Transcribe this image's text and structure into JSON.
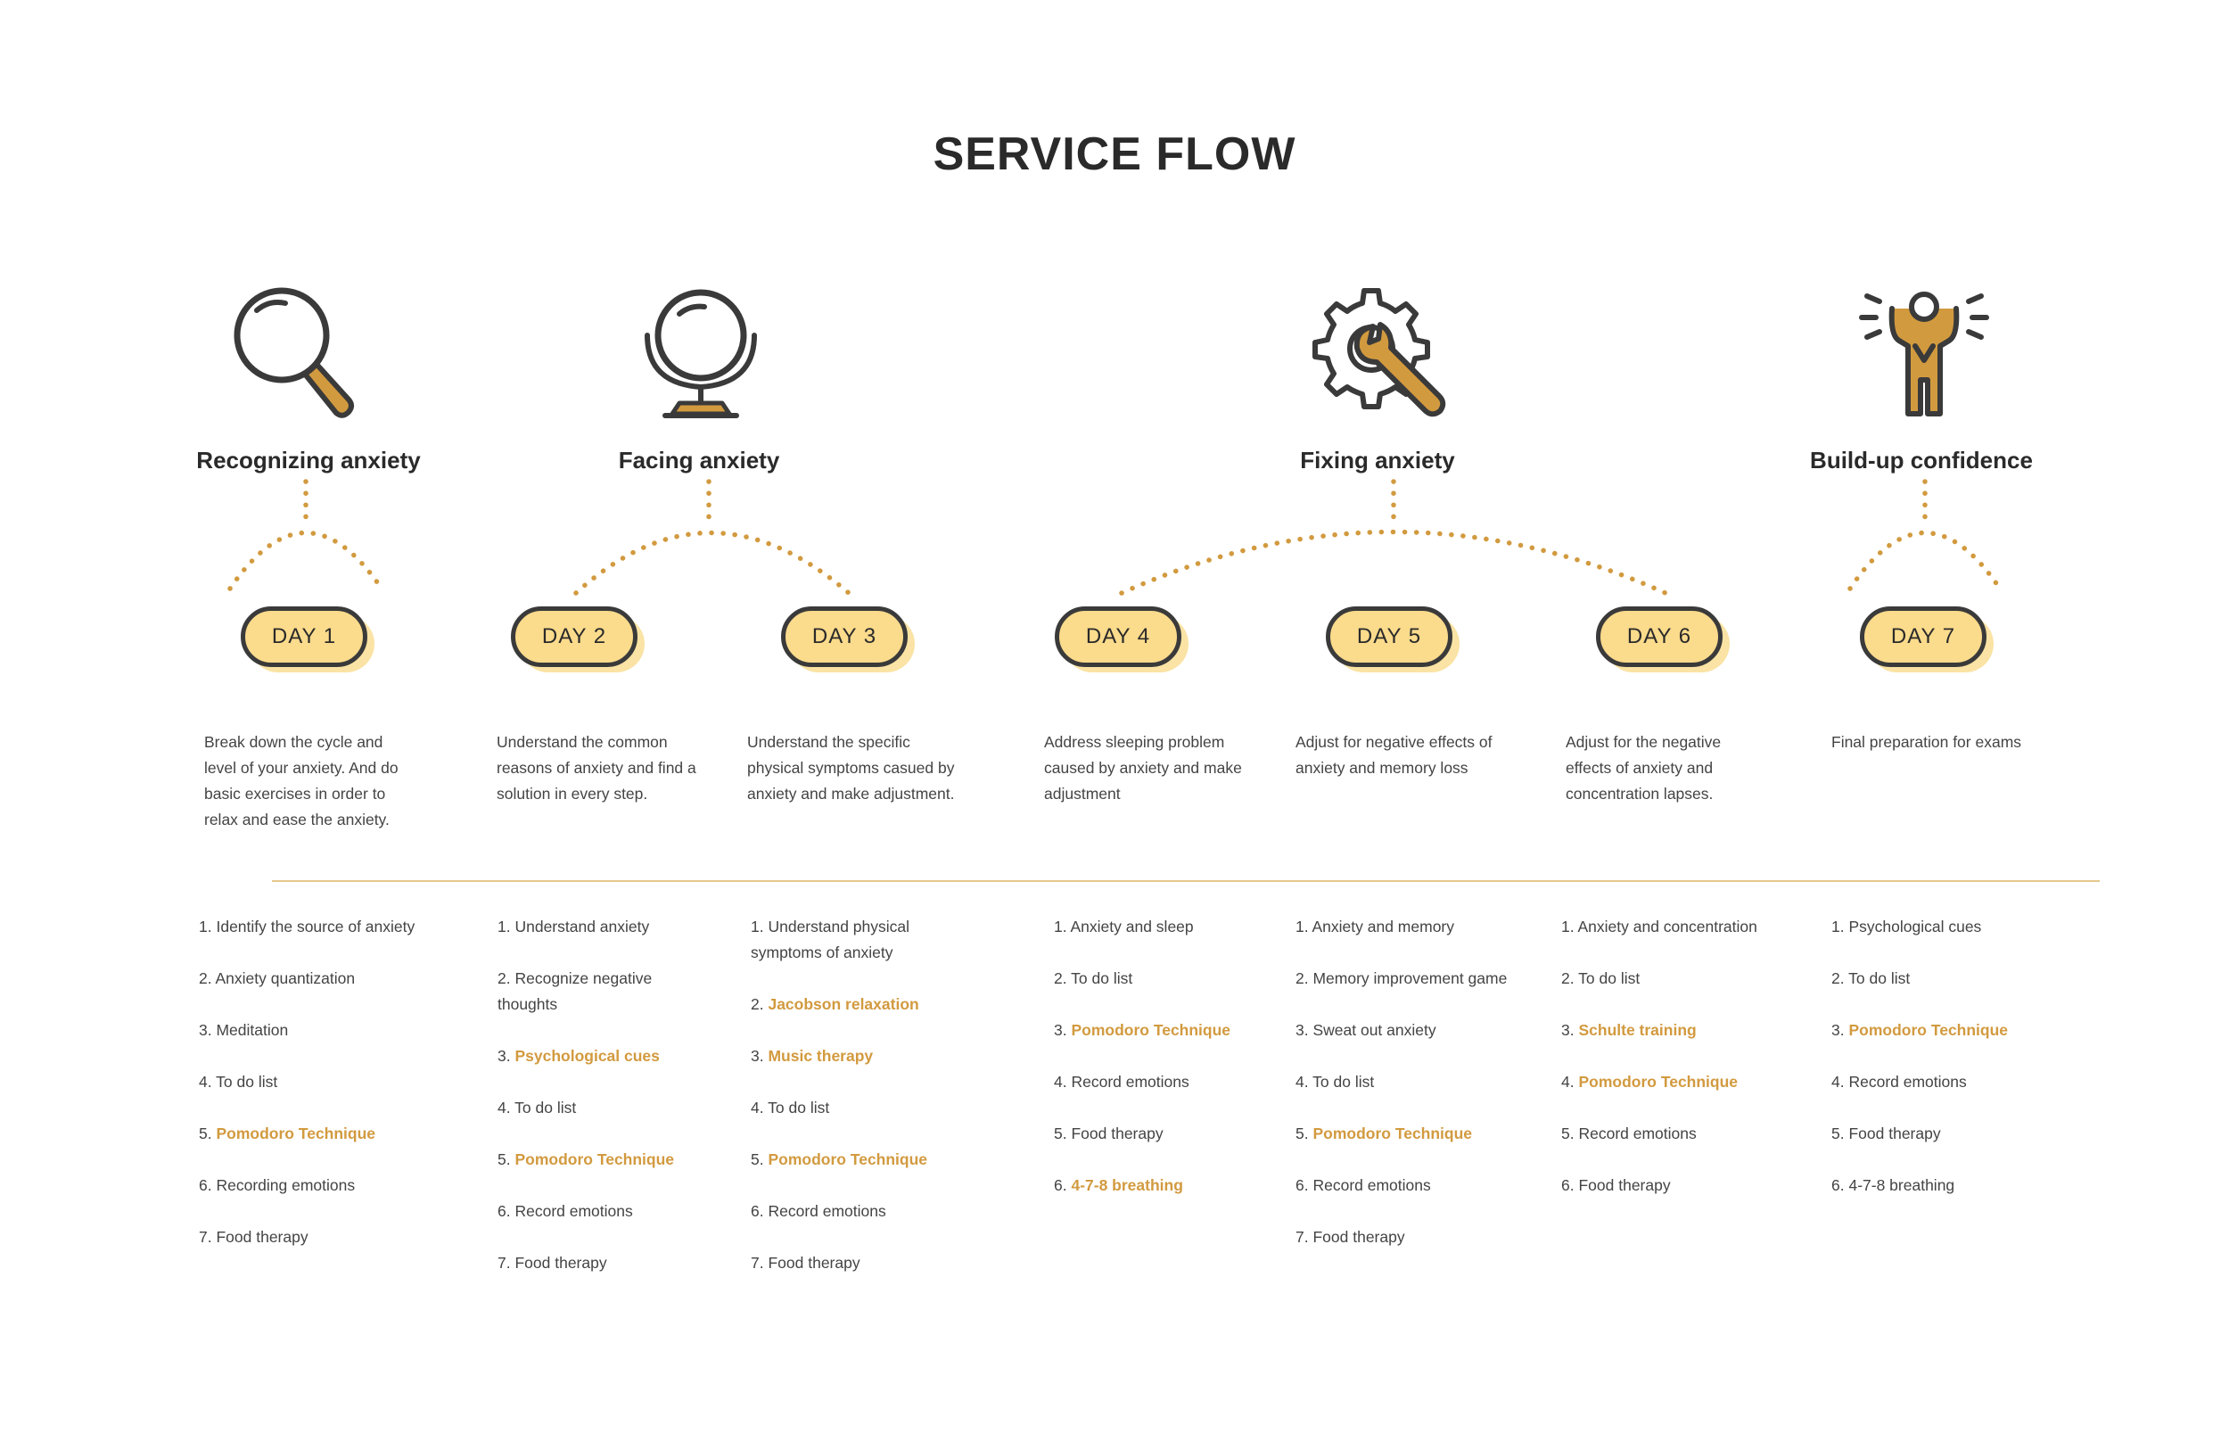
{
  "title": "SERVICE FLOW",
  "colors": {
    "accent": "#d29a3f",
    "pill_fill": "#fbdb8c",
    "pill_shadow": "#fae3a4",
    "outline": "#3a3a3a"
  },
  "phases": [
    {
      "title": "Recognizing anxiety",
      "icon": "magnifier-icon"
    },
    {
      "title": "Facing anxiety",
      "icon": "mirror-icon"
    },
    {
      "title": "Fixing anxiety",
      "icon": "gear-wrench-icon"
    },
    {
      "title": "Build-up confidence",
      "icon": "cheering-person-icon"
    }
  ],
  "days": [
    {
      "label": "DAY 1",
      "description": "Break down the cycle and level of your anxiety. And do basic exercises in order to relax and ease the anxiety.",
      "items": [
        {
          "num": "1.",
          "text": "Identify the source of anxiety",
          "highlight": false
        },
        {
          "num": "2.",
          "text": "Anxiety quantization",
          "highlight": false
        },
        {
          "num": "3.",
          "text": "Meditation",
          "highlight": false
        },
        {
          "num": "4.",
          "text": "To do list",
          "highlight": false
        },
        {
          "num": "5.",
          "text": "Pomodoro Technique",
          "highlight": true
        },
        {
          "num": "6.",
          "text": "Recording emotions",
          "highlight": false
        },
        {
          "num": "7.",
          "text": "Food therapy",
          "highlight": false
        }
      ]
    },
    {
      "label": "DAY 2",
      "description": "Understand the common reasons of anxiety and find a solution in every step.",
      "items": [
        {
          "num": "1.",
          "text": "Understand anxiety",
          "highlight": false
        },
        {
          "num": "2.",
          "text": "Recognize negative thoughts",
          "highlight": false
        },
        {
          "num": "3.",
          "text": "Psychological cues",
          "highlight": true
        },
        {
          "num": "4.",
          "text": "To do list",
          "highlight": false
        },
        {
          "num": "5.",
          "text": "Pomodoro Technique",
          "highlight": true
        },
        {
          "num": "6.",
          "text": "Record emotions",
          "highlight": false
        },
        {
          "num": "7.",
          "text": "Food therapy",
          "highlight": false
        }
      ]
    },
    {
      "label": "DAY 3",
      "description": "Understand the specific physical symptoms casued by anxiety and make adjustment.",
      "items": [
        {
          "num": "1.",
          "text": "Understand physical symptoms of anxiety",
          "highlight": false
        },
        {
          "num": "2.",
          "text": "Jacobson relaxation",
          "highlight": true
        },
        {
          "num": "3.",
          "text": "Music therapy",
          "highlight": true
        },
        {
          "num": "4.",
          "text": "To do list",
          "highlight": false
        },
        {
          "num": "5.",
          "text": "Pomodoro Technique",
          "highlight": true
        },
        {
          "num": "6.",
          "text": "Record emotions",
          "highlight": false
        },
        {
          "num": "7.",
          "text": "Food therapy",
          "highlight": false
        }
      ]
    },
    {
      "label": "DAY 4",
      "description": "Address sleeping problem caused by anxiety and make adjustment",
      "items": [
        {
          "num": "1.",
          "text": "Anxiety and sleep",
          "highlight": false
        },
        {
          "num": "2.",
          "text": "To do list",
          "highlight": false
        },
        {
          "num": "3.",
          "text": "Pomodoro Technique",
          "highlight": true
        },
        {
          "num": "4.",
          "text": "Record emotions",
          "highlight": false
        },
        {
          "num": "5.",
          "text": "Food therapy",
          "highlight": false
        },
        {
          "num": "6.",
          "text": "4-7-8 breathing",
          "highlight": true
        }
      ]
    },
    {
      "label": "DAY 5",
      "description": "Adjust for negative effects of anxiety and memory loss",
      "items": [
        {
          "num": "1.",
          "text": "Anxiety and memory",
          "highlight": false
        },
        {
          "num": "2.",
          "text": "Memory improvement game",
          "highlight": false
        },
        {
          "num": "3.",
          "text": "Sweat out anxiety",
          "highlight": false
        },
        {
          "num": "4.",
          "text": "To do list",
          "highlight": false
        },
        {
          "num": "5.",
          "text": "Pomodoro Technique",
          "highlight": true
        },
        {
          "num": "6.",
          "text": "Record emotions",
          "highlight": false
        },
        {
          "num": "7.",
          "text": "Food therapy",
          "highlight": false
        }
      ]
    },
    {
      "label": "DAY 6",
      "description": "Adjust for the negative effects of anxiety and concentration lapses.",
      "items": [
        {
          "num": "1.",
          "text": "Anxiety and concentration",
          "highlight": false
        },
        {
          "num": "2.",
          "text": "To do list",
          "highlight": false
        },
        {
          "num": "3.",
          "text": "Schulte training",
          "highlight": true
        },
        {
          "num": "4.",
          "text": "Pomodoro Technique",
          "highlight": true
        },
        {
          "num": "5.",
          "text": "Record emotions",
          "highlight": false
        },
        {
          "num": "6.",
          "text": "Food therapy",
          "highlight": false
        }
      ]
    },
    {
      "label": "DAY 7",
      "description": "Final preparation for exams",
      "items": [
        {
          "num": "1.",
          "text": "Psychological cues",
          "highlight": false
        },
        {
          "num": "2.",
          "text": "To do list",
          "highlight": false
        },
        {
          "num": "3.",
          "text": "Pomodoro Technique",
          "highlight": true
        },
        {
          "num": "4.",
          "text": "Record emotions",
          "highlight": false
        },
        {
          "num": "5.",
          "text": "Food therapy",
          "highlight": false
        },
        {
          "num": "6.",
          "text": "4-7-8 breathing",
          "highlight": false
        }
      ]
    }
  ]
}
